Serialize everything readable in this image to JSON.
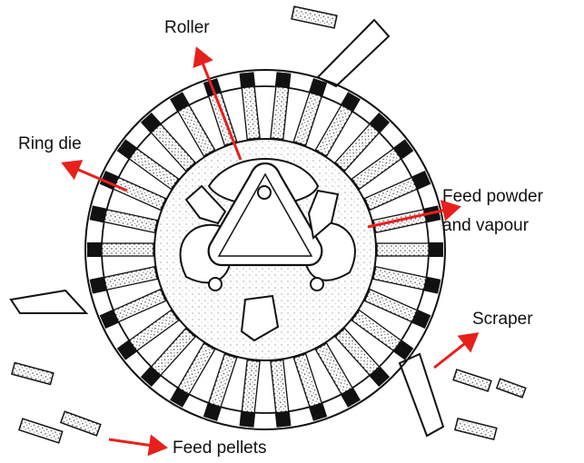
{
  "labels": {
    "roller": "Roller",
    "ring_die": "Ring die",
    "feed_powder_line1": "Feed powder",
    "feed_powder_line2": "and vapour",
    "scraper": "Scraper",
    "feed_pellets": "Feed pellets"
  },
  "colors": {
    "arrow": "#e8201c",
    "ink": "#111111",
    "stipple": "#555555"
  },
  "die": {
    "hole_count": 30
  }
}
